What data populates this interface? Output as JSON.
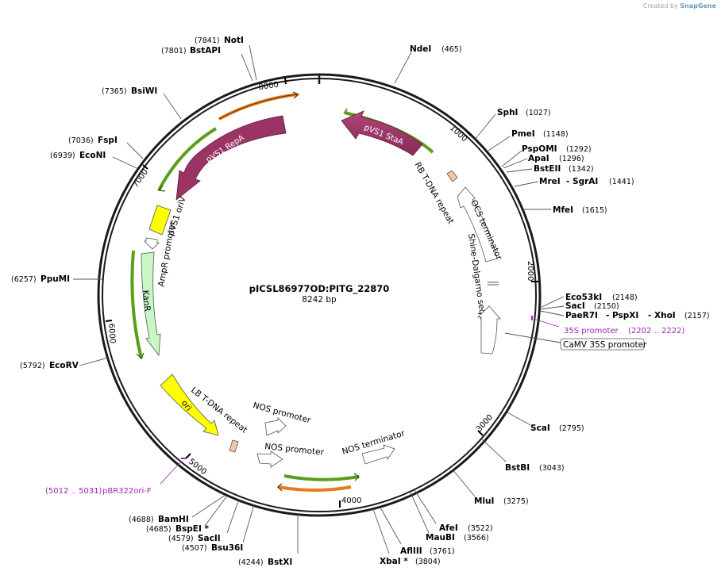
{
  "plasmid": {
    "name": "pICSL86977OD:PITG_22870",
    "length_label": "8242 bp",
    "length": 8242
  },
  "credit": {
    "prefix": "Created by",
    "brand": "SnapGene"
  },
  "ticks": [
    {
      "pos": 1000,
      "label": "1000"
    },
    {
      "pos": 2000,
      "label": "2000"
    },
    {
      "pos": 3000,
      "label": "3000"
    },
    {
      "pos": 4000,
      "label": "4000"
    },
    {
      "pos": 5000,
      "label": "5000"
    },
    {
      "pos": 6000,
      "label": "6000"
    },
    {
      "pos": 7000,
      "label": "7000"
    },
    {
      "pos": 8000,
      "label": "8000"
    }
  ],
  "sites": [
    {
      "name": "NotI",
      "pos_label": "(7841)"
    },
    {
      "name": "BstAPI",
      "pos_label": "(7801)"
    },
    {
      "name": "NdeI",
      "pos_label": "(465)"
    },
    {
      "name": "BsiWI",
      "pos_label": "(7365)"
    },
    {
      "name": "SphI",
      "pos_label": "(1027)"
    },
    {
      "name": "PmeI",
      "pos_label": "(1148)"
    },
    {
      "name": "FspI",
      "pos_label": "(7036)"
    },
    {
      "name": "EcoNI",
      "pos_label": "(6939)"
    },
    {
      "name": "PspOMI",
      "pos_label": "(1292)"
    },
    {
      "name": "ApaI",
      "pos_label": "(1296)"
    },
    {
      "name": "BstEII",
      "pos_label": "(1342)"
    },
    {
      "name": "MreI",
      "pos_label": "",
      "extra": "- SgrAI",
      "extra_pos": "(1441)"
    },
    {
      "name": "MfeI",
      "pos_label": "(1615)"
    },
    {
      "name": "PpuMI",
      "pos_label": "(6257)"
    },
    {
      "name": "Eco53kI",
      "pos_label": "(2148)"
    },
    {
      "name": "SacI",
      "pos_label": "(2150)"
    },
    {
      "name": "PaeR7I",
      "pos_label": "",
      "extra": "- PspXI",
      "extra2": "- XhoI",
      "extra_pos": "(2157)"
    },
    {
      "name": "EcoRV",
      "pos_label": "(5792)"
    },
    {
      "name": "ScaI",
      "pos_label": "(2795)"
    },
    {
      "name": "BstBI",
      "pos_label": "(3043)"
    },
    {
      "name": "MluI",
      "pos_label": "(3275)"
    },
    {
      "name": "BamHI",
      "pos_label": "(4688)"
    },
    {
      "name": "BspEI *",
      "pos_label": "(4685)"
    },
    {
      "name": "AfeI",
      "pos_label": "(3522)"
    },
    {
      "name": "SacII",
      "pos_label": "(4579)"
    },
    {
      "name": "MauBI",
      "pos_label": "(3566)"
    },
    {
      "name": "Bsu36I",
      "pos_label": "(4507)"
    },
    {
      "name": "AflIII",
      "pos_label": "(3761)"
    },
    {
      "name": "BstXI",
      "pos_label": "(4244)"
    },
    {
      "name": "XbaI *",
      "pos_label": "(3804)"
    }
  ],
  "features": {
    "pvs1_staa": "pVS1 StaA",
    "pvs1_repa": "pVS1 RepA",
    "pvs1_oriv": "pVS1 oriV",
    "ampr_promoter": "AmpR promoter",
    "kanr": "KanR",
    "ori": "ori",
    "lb_repeat": "LB T-DNA repeat",
    "rb_repeat": "RB T-DNA repeat",
    "ocs_terminator": "OCS terminator",
    "shine_dalgarno": "Shine-Dalgarno sequence",
    "camv_35s": "CaMV 35S promoter",
    "nos_promoter_1": "NOS promoter",
    "nos_promoter_2": "NOS promoter",
    "nos_terminator": "NOS terminator"
  },
  "primers": [
    {
      "name": "35S promoter",
      "range": "(2202 .. 2222)"
    },
    {
      "name": "pBR322ori-F",
      "range": "(5012 .. 5031)"
    }
  ],
  "colors": {
    "backbone": "#1a1a1a",
    "repa_staa": "#9a3465",
    "oriv_ori": "#ffff00",
    "kanr": "#c8f7c5",
    "t_dna_repeat": "#f5c6a5",
    "orf_green": "#5a9e1a",
    "orf_orange": "#e87b1a",
    "primer": "#9c27b0"
  }
}
